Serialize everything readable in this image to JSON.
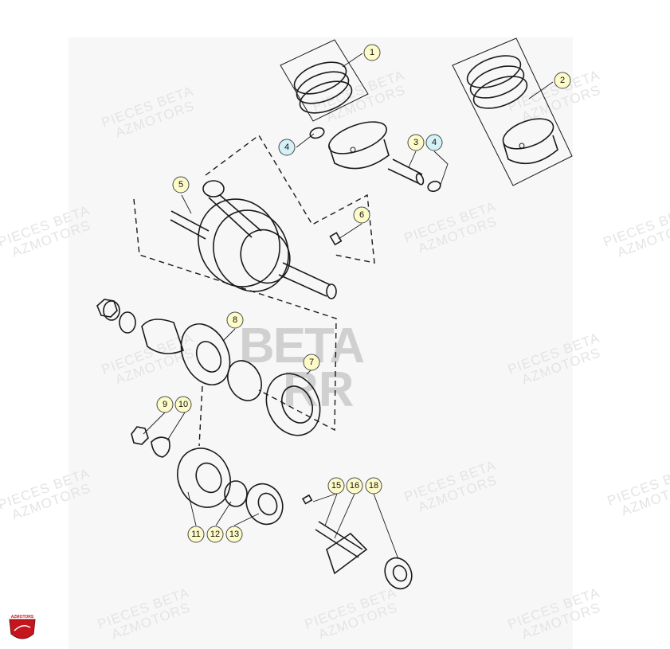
{
  "diagram": {
    "colors": {
      "callout_yellow": "#fdfbc8",
      "callout_blue": "#d5f1f8",
      "background_panel": "#f7f7f7",
      "watermark": "#e4e4e4",
      "stamp": "#cfcfcf"
    },
    "watermark_lines": [
      "PIECES BETA",
      "AZMOTORS"
    ],
    "center_stamp": [
      "BETA",
      "RR"
    ],
    "logo": {
      "icon": "azmotors-logo-icon",
      "text": "AZMOTORS"
    },
    "callouts": [
      {
        "id": "c1",
        "label": "1",
        "color": "yellow"
      },
      {
        "id": "c2",
        "label": "2",
        "color": "yellow"
      },
      {
        "id": "c3",
        "label": "3",
        "color": "yellow"
      },
      {
        "id": "c4a",
        "label": "4",
        "color": "blue"
      },
      {
        "id": "c4b",
        "label": "4",
        "color": "blue"
      },
      {
        "id": "c5",
        "label": "5",
        "color": "yellow"
      },
      {
        "id": "c6",
        "label": "6",
        "color": "yellow"
      },
      {
        "id": "c7",
        "label": "7",
        "color": "yellow"
      },
      {
        "id": "c8",
        "label": "8",
        "color": "yellow"
      },
      {
        "id": "c9",
        "label": "9",
        "color": "yellow"
      },
      {
        "id": "c10",
        "label": "10",
        "color": "yellow"
      },
      {
        "id": "c11",
        "label": "11",
        "color": "yellow"
      },
      {
        "id": "c12",
        "label": "12",
        "color": "yellow"
      },
      {
        "id": "c13",
        "label": "13",
        "color": "yellow"
      },
      {
        "id": "c15",
        "label": "15",
        "color": "yellow"
      },
      {
        "id": "c16",
        "label": "16",
        "color": "yellow"
      },
      {
        "id": "c18",
        "label": "18",
        "color": "yellow"
      }
    ]
  }
}
